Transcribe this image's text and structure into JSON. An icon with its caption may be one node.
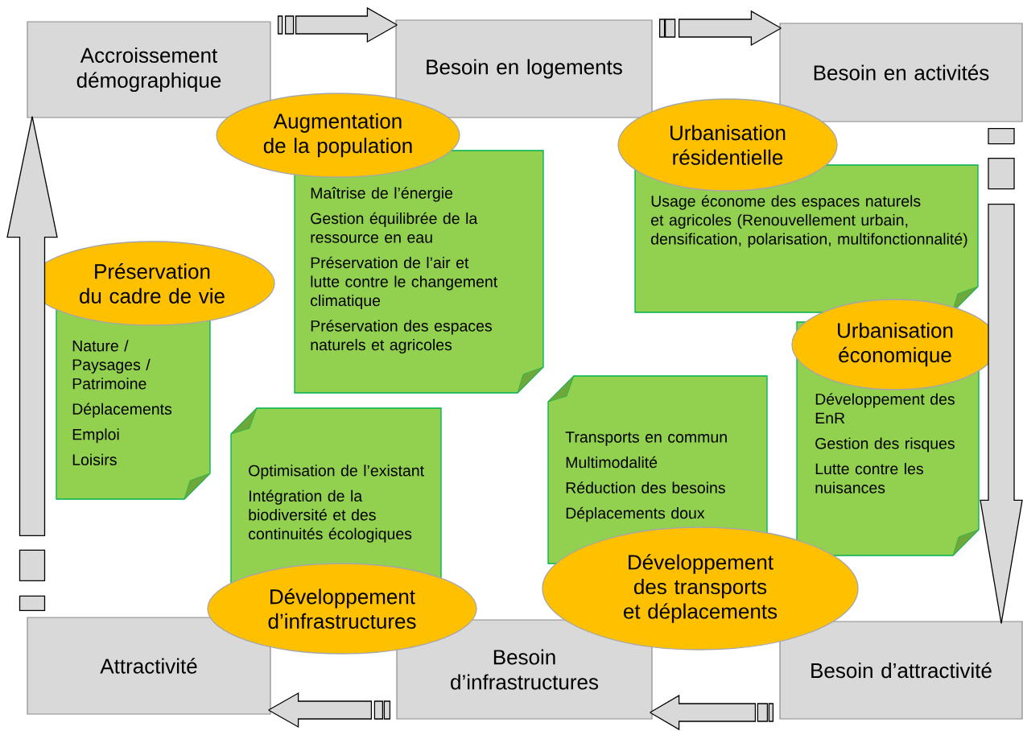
{
  "diagram": {
    "nodes": [
      {
        "text": [
          "Accroissement démographique"
        ]
      },
      {
        "text": [
          "Besoin en logements"
        ]
      },
      {
        "text": [
          "Besoin en activités"
        ]
      },
      {
        "text": [
          "Besoin d’attractivité"
        ]
      },
      {
        "text": [
          "Besoin d’infrastructures"
        ]
      },
      {
        "text": [
          "Attractivité"
        ]
      },
      {
        "text": [
          "Augmentation de la population"
        ]
      },
      {
        "text": [
          "Maîtrise de l’énergie",
          "Gestion équilibrée de la ressource en eau",
          "Préservation de l’air et lutte contre le changement climatique",
          "Préservation des espaces naturels et agricoles"
        ]
      },
      {
        "text": [
          "Urbanisation résidentielle"
        ]
      },
      {
        "text": [
          "Usage économe des espaces naturels et agricoles (Renouvellement urbain, densification, polarisation, multifonctionnalité)"
        ]
      },
      {
        "text": [
          "Préservation du cadre de vie"
        ]
      },
      {
        "text": [
          "Nature / Paysages / Patrimoine",
          "Déplacements",
          "Emploi",
          "Loisirs"
        ]
      },
      {
        "text": [
          "Urbanisation économique"
        ]
      },
      {
        "text": [
          "Développement des EnR",
          "Gestion des risques",
          "Lutte contre les nuisances"
        ]
      },
      {
        "text": [
          "Optimisation de l’existant",
          "Intégration de la biodiversité et des continuités écologiques"
        ]
      },
      {
        "text": [
          "Développement d’infrastructures"
        ]
      },
      {
        "text": [
          "Transports en commun",
          "Multimodalité",
          "Réduction des besoins",
          "Déplacements doux"
        ]
      },
      {
        "text": [
          "Développement des transports et déplacements"
        ]
      }
    ],
    "edges": [
      {
        "from": 0,
        "to": 1,
        "arrow": "to"
      },
      {
        "from": 1,
        "to": 2,
        "arrow": "to"
      },
      {
        "from": 2,
        "to": 3,
        "arrow": "to"
      },
      {
        "from": 3,
        "to": 4,
        "arrow": "to"
      },
      {
        "from": 4,
        "to": 5,
        "arrow": "to"
      },
      {
        "from": 5,
        "to": 0,
        "arrow": "to"
      }
    ]
  }
}
